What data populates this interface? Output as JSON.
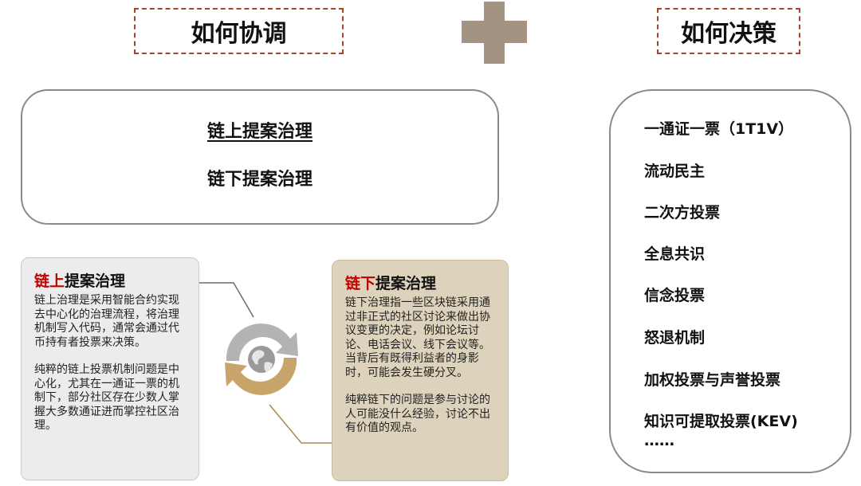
{
  "header": {
    "coordinate_title": "如何协调",
    "decision_title": "如何决策"
  },
  "governance": {
    "onchain_label": "链上提案治理",
    "offchain_label": "链下提案治理"
  },
  "decision_mechanisms": [
    "一通证一票（1T1V）",
    "流动民主",
    "二次方投票",
    "全息共识",
    "信念投票",
    "怒退机制",
    "加权投票与声誉投票",
    "知识可提取投票(KEV)",
    "……"
  ],
  "onchain_card": {
    "title_highlight": "链上",
    "title_rest": "提案治理",
    "para1": "链上治理是采用智能合约实现去中心化的治理流程，将治理机制写入代码，通常会通过代币持有者投票来决策。",
    "para2": "纯粹的链上投票机制问题是中心化，尤其在一通证一票的机制下，部分社区存在少数人掌握大多数通证进而掌控社区治理。"
  },
  "offchain_card": {
    "title_highlight": "链下",
    "title_rest": "提案治理",
    "para1": "链下治理指一些区块链采用通过非正式的社区讨论来做出协议变更的决定，例如论坛讨论、电话会议、线下会议等。当背后有既得利益者的身影时，可能会发生硬分叉。",
    "para2": "纯粹链下的问题是参与讨论的人可能没什么经验，讨论不出有价值的观点。"
  },
  "colors": {
    "dash_border": "#a8432e",
    "plus": "#a39382",
    "highlight_red": "#c00000",
    "cycle_gray": "#b3b3b3",
    "cycle_gold": "#c9a46a"
  },
  "icons": {
    "plus": "plus-icon",
    "cycle": "cycle-arrows-globe-icon"
  }
}
